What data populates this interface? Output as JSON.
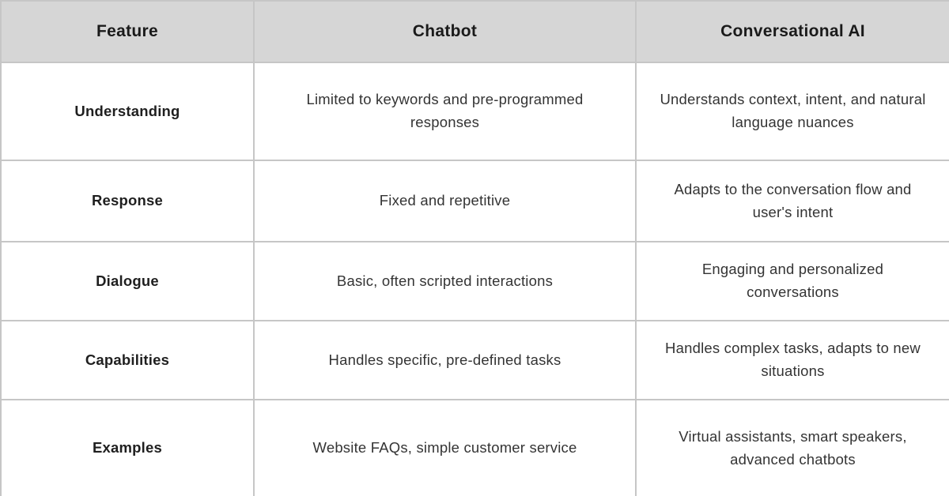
{
  "chart_data": {
    "type": "table",
    "title": "",
    "columns": [
      "Feature",
      "Chatbot",
      "Conversational AI"
    ],
    "rows": [
      [
        "Understanding",
        "Limited to keywords and pre-programmed responses",
        "Understands context, intent, and natural language nuances"
      ],
      [
        "Response",
        "Fixed and repetitive",
        "Adapts to the conversation flow and user's intent"
      ],
      [
        "Dialogue",
        "Basic, often scripted interactions",
        "Engaging and personalized conversations"
      ],
      [
        "Capabilities",
        "Handles specific, pre-defined tasks",
        "Handles complex tasks, adapts to new situations"
      ],
      [
        "Examples",
        "Website FAQs, simple customer service",
        "Virtual assistants, smart speakers, advanced chatbots"
      ]
    ]
  },
  "colors": {
    "header_bg": "#d6d6d6",
    "cell_bg": "#ffffff",
    "border_color": "#c6c6c6",
    "outer_border": "#bcbfbf",
    "header_text": "#1a1a1a",
    "body_text": "#343434",
    "feature_text": "#1f1f1f"
  }
}
